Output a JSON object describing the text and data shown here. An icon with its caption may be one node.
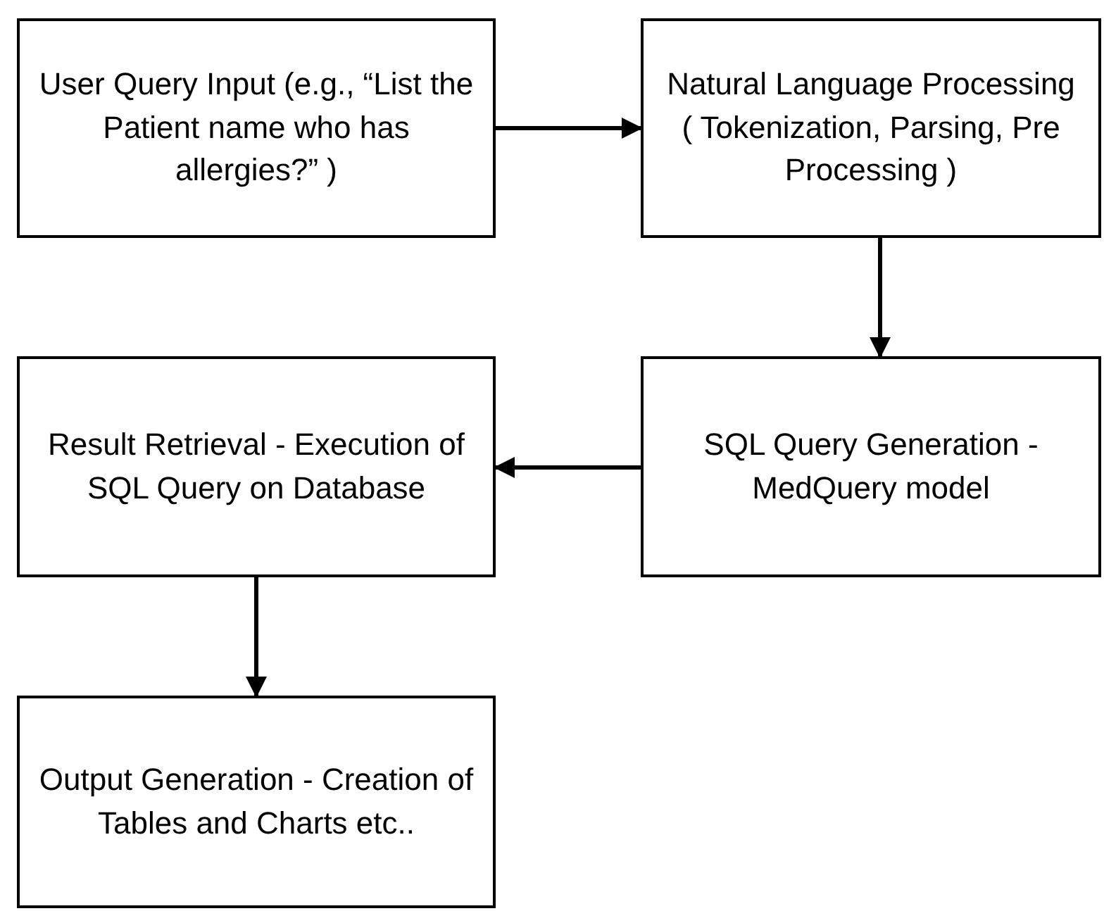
{
  "diagram": {
    "nodes": [
      {
        "text": [
          "User Query Input (e.g., “List the Patient name who has allergies?” )"
        ]
      },
      {
        "text": [
          "Natural Language Processing ( Tokenization, Parsing, Pre Processing )"
        ]
      },
      {
        "text": [
          "SQL Query Generation - MedQuery model"
        ]
      },
      {
        "text": [
          "Result Retrieval - Execution of SQL Query on Database"
        ]
      },
      {
        "text": [
          "Output Generation - Creation of Tables and Charts etc.."
        ]
      }
    ],
    "edges": [
      {
        "from": 0,
        "to": 1,
        "arrow": "to"
      },
      {
        "from": 1,
        "to": 2,
        "arrow": "to"
      },
      {
        "from": 2,
        "to": 3,
        "arrow": "to"
      },
      {
        "from": 3,
        "to": 4,
        "arrow": "to"
      }
    ]
  }
}
